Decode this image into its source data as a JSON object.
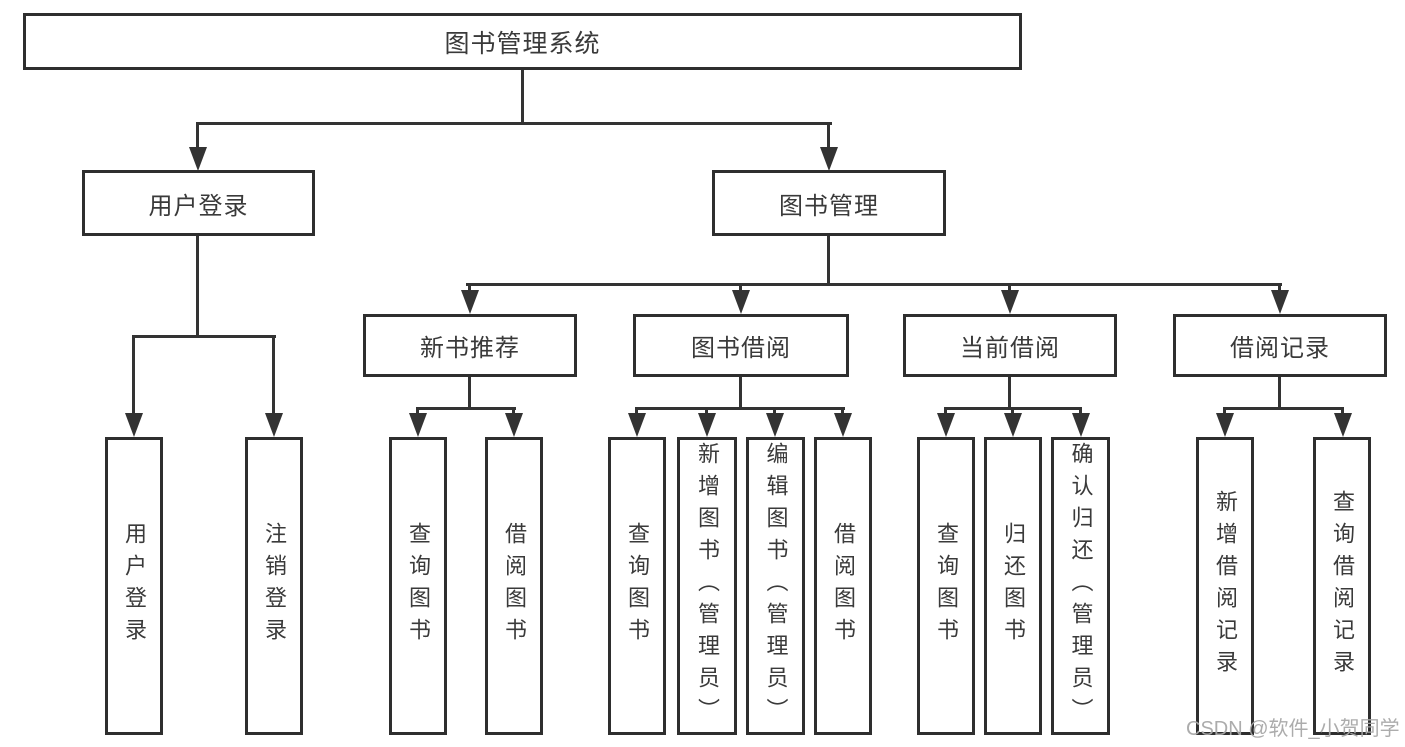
{
  "diagram": {
    "type": "tree",
    "root": {
      "label": "图书管理系统",
      "children": [
        {
          "label": "用户登录",
          "children": [
            {
              "label": "用户登录"
            },
            {
              "label": "注销登录"
            }
          ]
        },
        {
          "label": "图书管理",
          "children": [
            {
              "label": "新书推荐",
              "children": [
                {
                  "label": "查询图书"
                },
                {
                  "label": "借阅图书"
                }
              ]
            },
            {
              "label": "图书借阅",
              "children": [
                {
                  "label": "查询图书"
                },
                {
                  "label": "新增图书（管理员）"
                },
                {
                  "label": "编辑图书（管理员）"
                },
                {
                  "label": "借阅图书"
                }
              ]
            },
            {
              "label": "当前借阅",
              "children": [
                {
                  "label": "查询图书"
                },
                {
                  "label": "归还图书"
                },
                {
                  "label": "确认归还（管理员）"
                }
              ]
            },
            {
              "label": "借阅记录",
              "children": [
                {
                  "label": "新增借阅记录"
                },
                {
                  "label": "查询借阅记录"
                }
              ]
            }
          ]
        }
      ]
    }
  },
  "watermark": "CSDN @软件_小贺同学",
  "colors": {
    "background": "#ffffff",
    "line": "#333333",
    "border": "#2e2e2e",
    "text": "#3a3a3a",
    "watermark": "#a8a8a8"
  }
}
